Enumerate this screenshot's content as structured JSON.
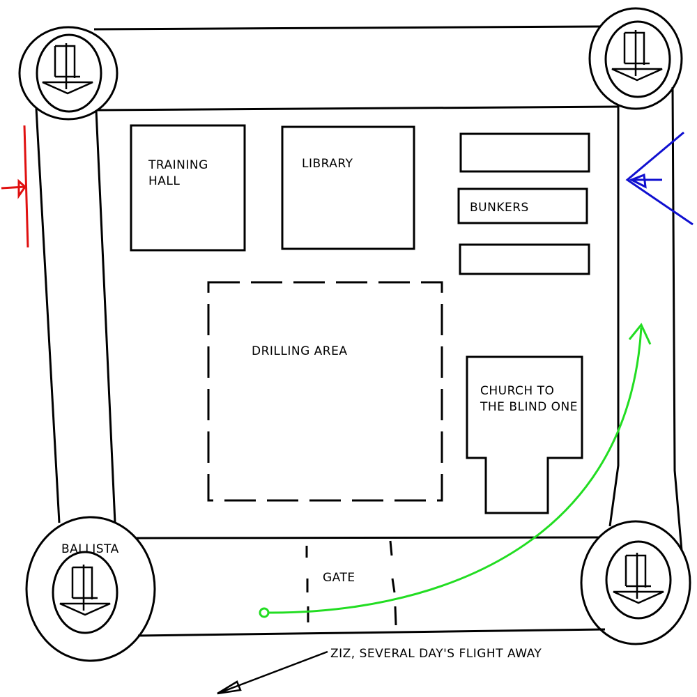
{
  "colors": {
    "ink": "#000000",
    "background": "#ffffff",
    "attack_west": "#e01010",
    "attack_east": "#1010d0",
    "route": "#22dd22"
  },
  "buildings": {
    "training_hall": [
      "TRAINING",
      "HALL"
    ],
    "library": "LIBRARY",
    "bunkers": "BUNKERS",
    "drilling_area": "DRILLING AREA",
    "church": [
      "CHURCH TO",
      "THE BLIND ONE"
    ]
  },
  "fortifications": {
    "ballista_label": "BALLISTA",
    "gate_label": "GATE",
    "tower_icon": "ballista-icon"
  },
  "annotations": {
    "ziz": "ZIZ, SEVERAL DAY'S FLIGHT AWAY"
  }
}
